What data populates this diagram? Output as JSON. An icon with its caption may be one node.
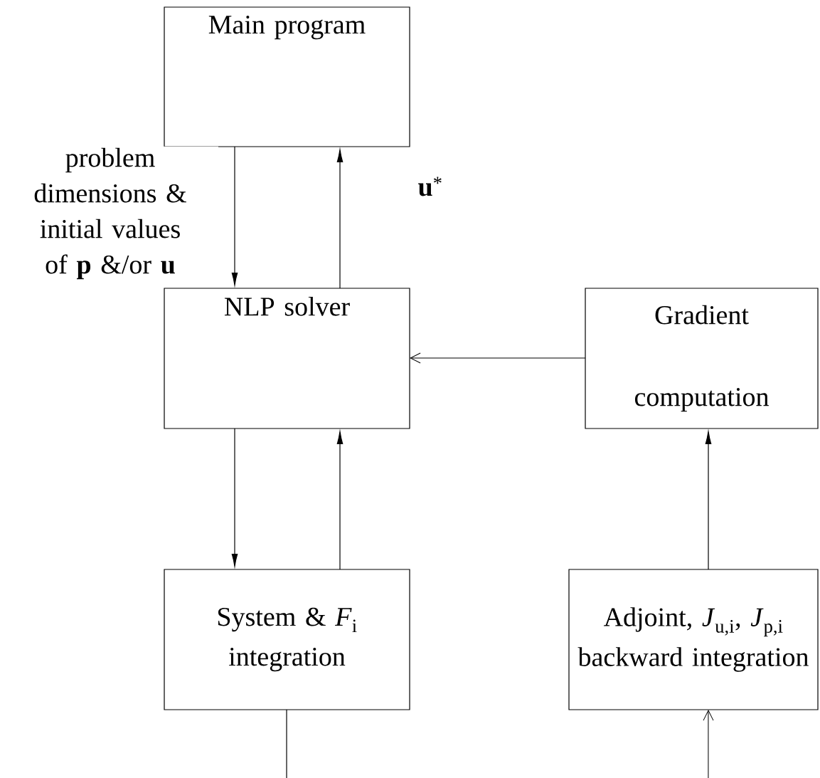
{
  "diagram": {
    "nodes": [
      {
        "text": [
          "Main program"
        ]
      },
      {
        "text": [
          "NLP solver"
        ]
      },
      {
        "text": [
          "Gradient computation"
        ]
      },
      {
        "text": [
          "System & *F*$_{i}$ integration"
        ]
      },
      {
        "text": [
          "Adjoint, *J*$_{u,i}$, *J*$_{p,i}$ backward integration"
        ]
      }
    ],
    "edges": [
      {
        "from": 0,
        "to": 1,
        "arrow": "to",
        "label": "problem dimensions & initial values of **p** &/or **u**"
      },
      {
        "from": 1,
        "to": 0,
        "arrow": "to",
        "label": "**u**$^{*}$"
      },
      {
        "from": 2,
        "to": 1,
        "arrow": "to"
      },
      {
        "from": 1,
        "to": 3,
        "arrow": "to"
      },
      {
        "from": 3,
        "to": 1,
        "arrow": "to"
      },
      {
        "from": 4,
        "to": 2,
        "arrow": "to"
      },
      {
        "from": 3,
        "to": null,
        "arrow": "none"
      },
      {
        "from": null,
        "to": 4,
        "arrow": "to"
      }
    ]
  }
}
